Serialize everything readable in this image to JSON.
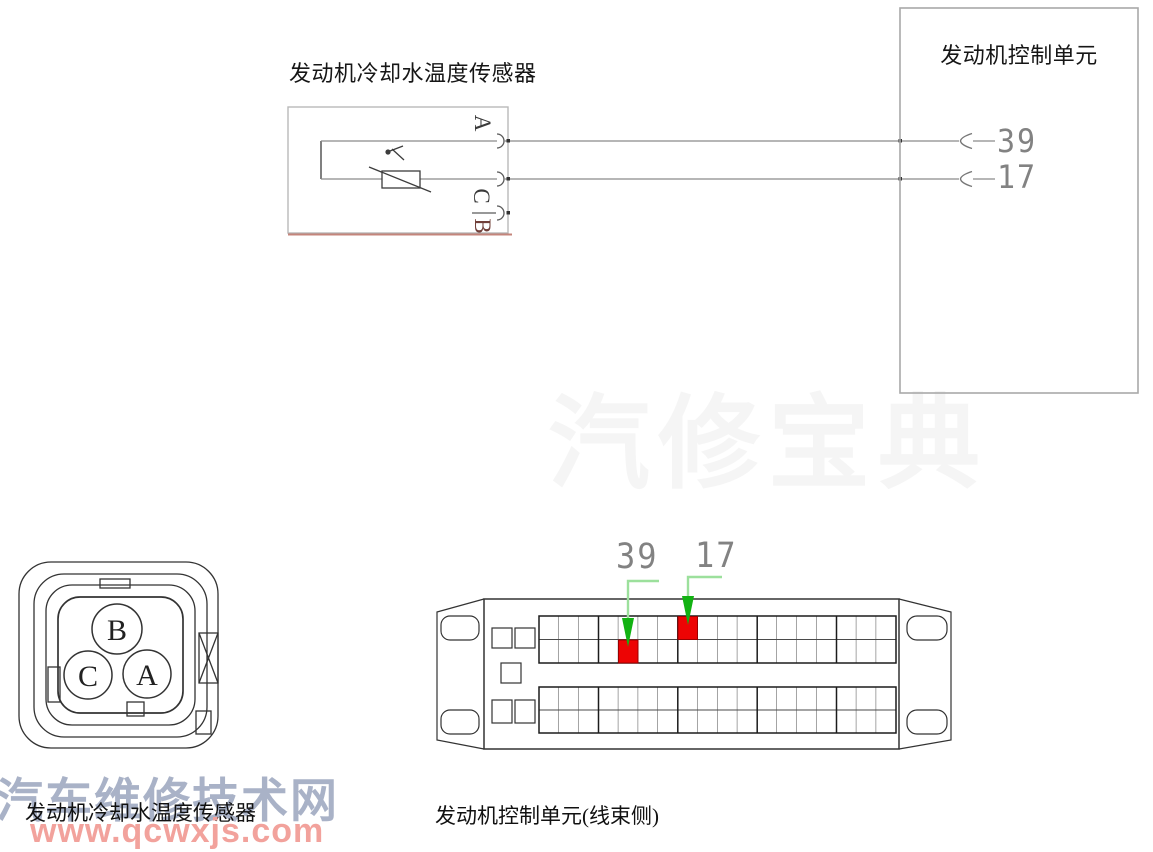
{
  "schematic": {
    "sensor": {
      "title": "发动机冷却水温度传感器",
      "terminal_a": "A",
      "terminal_c": "C",
      "terminal_b": "B"
    },
    "ecu": {
      "title": "发动机控制单元",
      "pin_39": "39",
      "pin_17": "17"
    }
  },
  "connector_views": {
    "sensor_face": {
      "caption": "发动机冷却水温度传感器",
      "pin_b": "B",
      "pin_c": "C",
      "pin_a": "A"
    },
    "ecu_harness": {
      "caption": "发动机控制单元(线束侧)",
      "pin_39": "39",
      "pin_17": "17",
      "highlight_color": "#ed0404",
      "arrow_color": "#12b212"
    }
  },
  "watermarks": {
    "center_text": "汽修宝典",
    "site_name": "汽车维修技术网",
    "site_name_color": "#a9b2c7",
    "site_url": "www.qcwxjs.com",
    "site_url_color": "#f2a29c"
  }
}
